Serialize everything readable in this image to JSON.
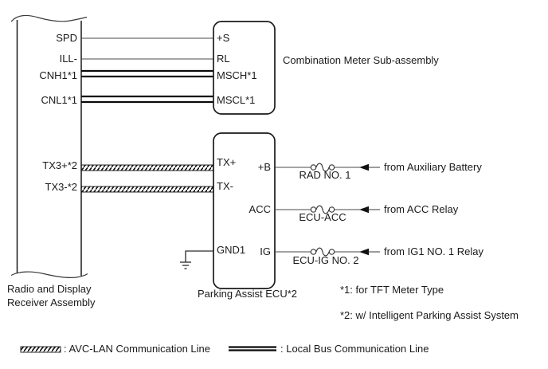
{
  "diagram": {
    "left_assembly": {
      "label_line1": "Radio and Display",
      "label_line2": "Receiver Assembly",
      "pins": [
        "SPD",
        "ILL-",
        "CNH1*1",
        "CNL1*1",
        "TX3+*2",
        "TX3-*2"
      ]
    },
    "combination_meter": {
      "label": "Combination Meter Sub-assembly",
      "pins": [
        "+S",
        "RL",
        "MSCH*1",
        "MSCL*1"
      ]
    },
    "parking_ecu": {
      "label": "Parking Assist ECU*2",
      "pins_left": [
        "TX+",
        "TX-",
        "GND1"
      ],
      "pins_right": [
        "+B",
        "ACC",
        "IG"
      ]
    },
    "power_feeds": [
      {
        "fuse": "RAD NO. 1",
        "source": "from Auxiliary Battery"
      },
      {
        "fuse": "ECU-ACC",
        "source": "from ACC Relay"
      },
      {
        "fuse": "ECU-IG NO. 2",
        "source": "from IG1 NO. 1 Relay"
      }
    ],
    "notes": [
      "*1: for TFT Meter Type",
      "*2: w/ Intelligent Parking Assist System"
    ],
    "legend": [
      {
        "symbol": "avc-lan-hatched-line",
        "label": ": AVC-LAN Communication Line"
      },
      {
        "symbol": "local-bus-double-line",
        "label": ": Local Bus Communication Line"
      }
    ],
    "icons": [
      "fuse-icon",
      "left-arrow-icon",
      "ground-icon",
      "break-wave"
    ],
    "colors": {
      "background": "#ffffff",
      "line": "#4a4a4a",
      "bus_line": "#0a0a0a",
      "text": "#1a1a1a"
    }
  }
}
